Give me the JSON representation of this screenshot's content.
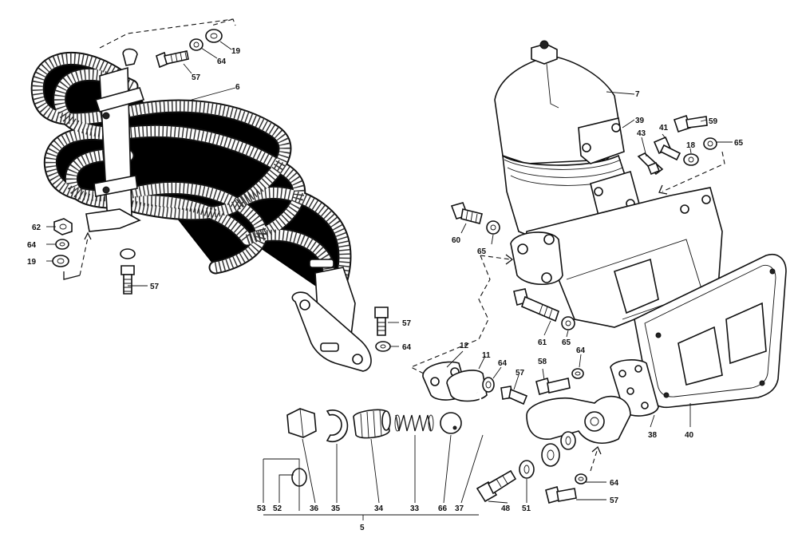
{
  "callouts": {
    "c19a": "19",
    "c64a": "64",
    "c57a": "57",
    "c6": "6",
    "c7": "7",
    "c39": "39",
    "c59": "59",
    "c41": "41",
    "c43": "43",
    "c18": "18",
    "c65a": "65",
    "c62": "62",
    "c64b": "64",
    "c19b": "19",
    "c57b": "57",
    "c60": "60",
    "c65b": "65",
    "c57c": "57",
    "c64c": "64",
    "c61": "61",
    "c65c": "65",
    "c12": "12",
    "c11": "11",
    "c64d": "64",
    "c57d": "57",
    "c58": "58",
    "c64e": "64",
    "c38": "38",
    "c40": "40",
    "c53": "53",
    "c52": "52",
    "c36": "36",
    "c35": "35",
    "c34": "34",
    "c33": "33",
    "c66": "66",
    "c37": "37",
    "c48": "48",
    "c51": "51",
    "c64f": "64",
    "c57e": "57",
    "c5": "5"
  }
}
